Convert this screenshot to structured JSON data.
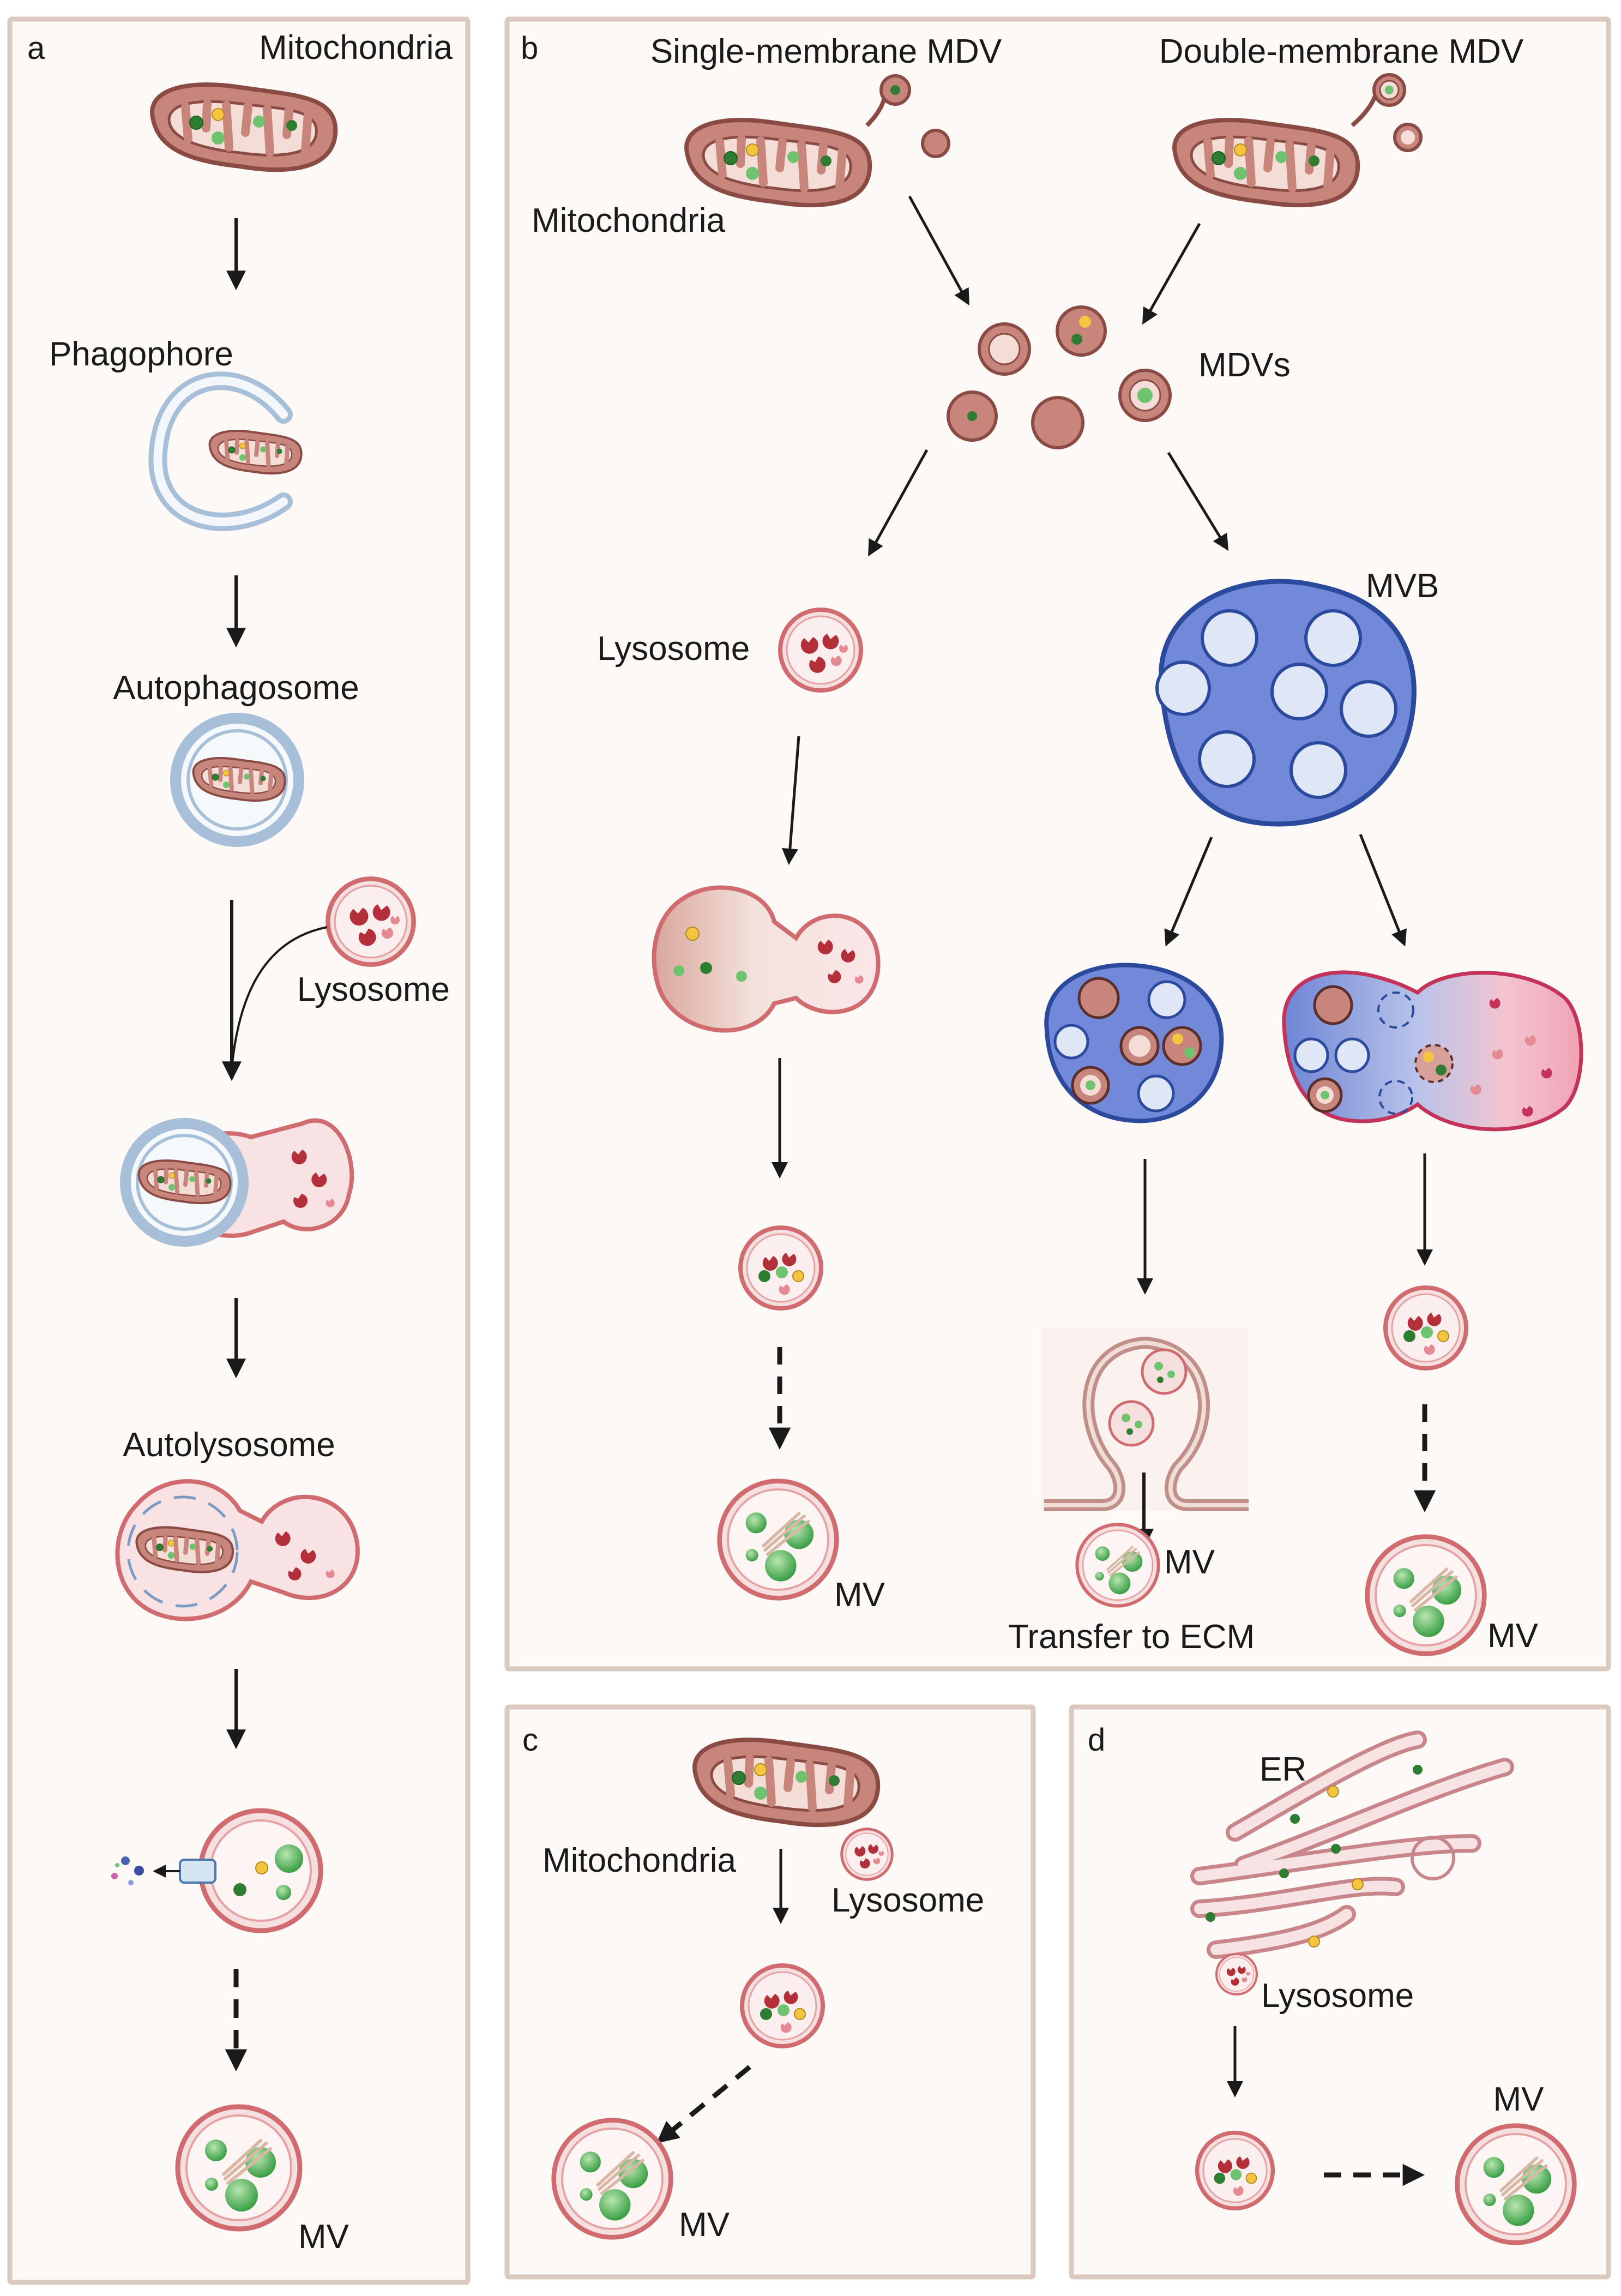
{
  "panels": {
    "a": {
      "letter": "a",
      "mitochondria": "Mitochondria",
      "phagophore": "Phagophore",
      "autophagosome": "Autophagosome",
      "lysosome": "Lysosome",
      "autolysosome": "Autolysosome",
      "mv": "MV"
    },
    "b": {
      "letter": "b",
      "single_mdv": "Single-membrane MDV",
      "double_mdv": "Double-membrane MDV",
      "mitochondria": "Mitochondria",
      "mdvs": "MDVs",
      "lysosome": "Lysosome",
      "mvb": "MVB",
      "mv_left": "MV",
      "mv_mid": "MV",
      "mv_right": "MV",
      "transfer": "Transfer to ECM"
    },
    "c": {
      "letter": "c",
      "mitochondria": "Mitochondria",
      "lysosome": "Lysosome",
      "mv": "MV"
    },
    "d": {
      "letter": "d",
      "er": "ER",
      "lysosome": "Lysosome",
      "mv": "MV"
    }
  },
  "colors": {
    "panel_bg": "#fdf9f6",
    "panel_border": "#d9c9bf",
    "mito_fill": "#c8857c",
    "mito_stroke": "#8a4b45",
    "lyso_fill": "#f6dfdf",
    "lyso_stroke": "#d06b70",
    "mvb_fill": "#7189d8",
    "mvb_stroke": "#2b4a9e",
    "vesicle_fill": "#dfe6f5",
    "green": "#4caf50",
    "yellow": "#f5c542",
    "phagophore": "#a7bfd9"
  }
}
